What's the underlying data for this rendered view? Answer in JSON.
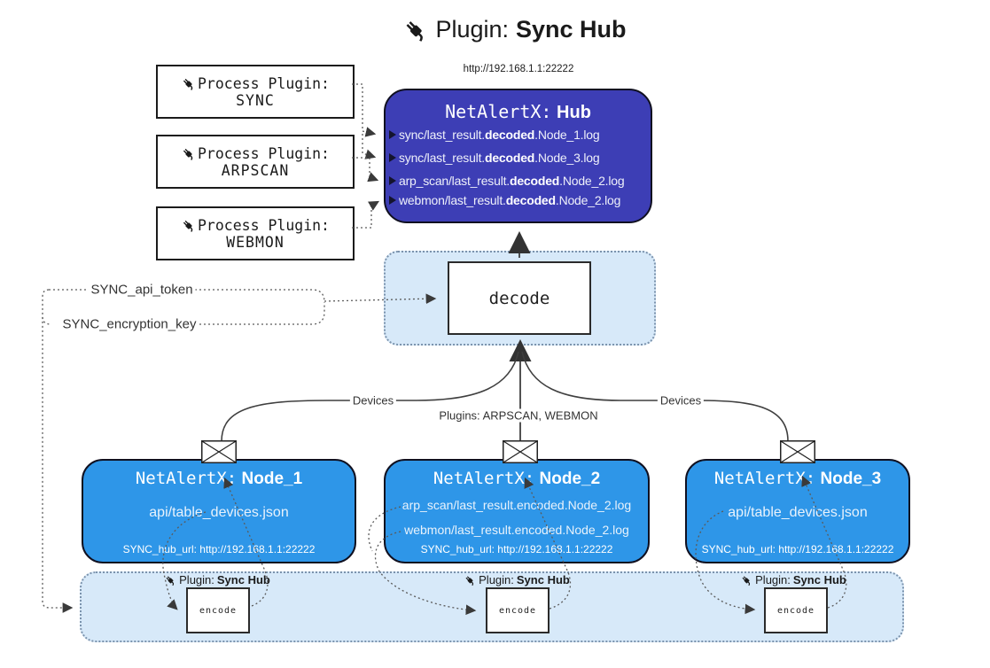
{
  "title": {
    "label": "Plugin:",
    "name": "Sync Hub"
  },
  "hub": {
    "url": "http://192.168.1.1:22222",
    "prefix": "NetAlertX:",
    "name": "Hub",
    "logs": [
      {
        "pre": "sync/last_result.",
        "bold": "decoded",
        "post": ".Node_1.log"
      },
      {
        "pre": "sync/last_result.",
        "bold": "decoded",
        "post": ".Node_3.log"
      },
      {
        "pre": "arp_scan/last_result.",
        "bold": "decoded",
        "post": ".Node_2.log"
      },
      {
        "pre": "webmon/last_result.",
        "bold": "decoded",
        "post": ".Node_2.log"
      }
    ]
  },
  "process_plugins": [
    {
      "label": "Process Plugin:",
      "name": "SYNC"
    },
    {
      "label": "Process Plugin:",
      "name": "ARPSCAN"
    },
    {
      "label": "Process Plugin:",
      "name": "WEBMON"
    }
  ],
  "decode": {
    "label": "decode"
  },
  "secrets": {
    "api_token": "SYNC_api_token",
    "encryption_key": "SYNC_encryption_key"
  },
  "edge_labels": {
    "devices_left": "Devices",
    "plugins": "Plugins: ARPSCAN, WEBMON",
    "devices_right": "Devices"
  },
  "nodes": [
    {
      "prefix": "NetAlertX:",
      "name": "Node_1",
      "files": [
        "api/table_devices.json"
      ],
      "hub_url": "SYNC_hub_url: http://192.168.1.1:22222"
    },
    {
      "prefix": "NetAlertX:",
      "name": "Node_2",
      "files": [
        "arp_scan/last_result.encoded.Node_2.log",
        "webmon/last_result.encoded.Node_2.log"
      ],
      "hub_url": "SYNC_hub_url: http://192.168.1.1:22222"
    },
    {
      "prefix": "NetAlertX:",
      "name": "Node_3",
      "files": [
        "api/table_devices.json"
      ],
      "hub_url": "SYNC_hub_url: http://192.168.1.1:22222"
    }
  ],
  "sync_plugin_strip": {
    "instances": [
      {
        "label": "Plugin:",
        "name": "Sync Hub",
        "encode": "encode"
      },
      {
        "label": "Plugin:",
        "name": "Sync Hub",
        "encode": "encode"
      },
      {
        "label": "Plugin:",
        "name": "Sync Hub",
        "encode": "encode"
      }
    ]
  },
  "colors": {
    "hub_bg": "#3D3EB5",
    "node_bg": "#2E96E8",
    "panel_bg": "#D7E9F9",
    "line": "#3f3f3f"
  }
}
